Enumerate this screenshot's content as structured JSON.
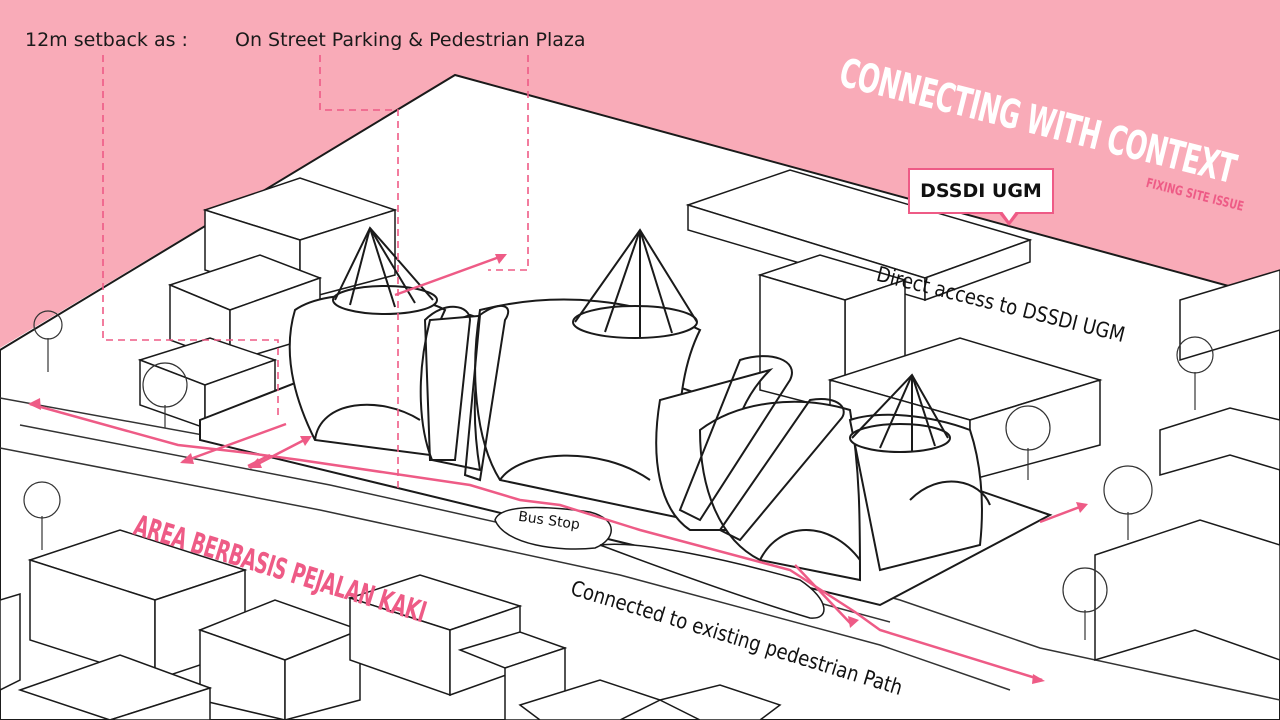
{
  "labels": {
    "setback": "12m setback as :",
    "uses": "On Street Parking  & Pedestrian Plaza",
    "title": "CONNECTING WITH CONTEXT",
    "subtitle": "FIXING SITE ISSUE",
    "callout": "DSSDI UGM",
    "direct_access": "Direct access to DSSDI UGM",
    "connected": "Connected to existing pedestrian Path",
    "area": "AREA BERBASIS PEJALAN KAKI",
    "bus_stop": "Bus Stop"
  },
  "colors": {
    "accent": "#ee5b86",
    "background_band": "#f9abb8",
    "line": "#1a1a1a",
    "building_fill": "#ffffff"
  }
}
